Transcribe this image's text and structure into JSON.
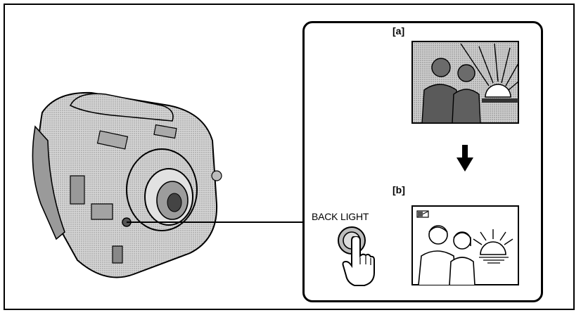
{
  "labels": {
    "scene_a": "[a]",
    "scene_b": "[b]",
    "button": "BACK LIGHT"
  },
  "colors": {
    "ink": "#000000",
    "paper": "#ffffff",
    "screen_tone": "#c8c8c8",
    "body_tone": "#b8b8b8"
  },
  "icons": {
    "transition": "down-arrow-icon",
    "press": "pointing-hand-icon",
    "indicator": "backlight-indicator-icon"
  }
}
